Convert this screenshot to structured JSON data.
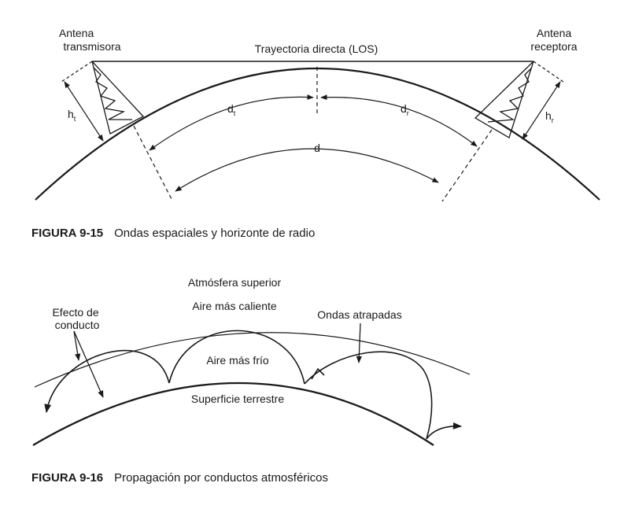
{
  "figure_9_15": {
    "tx_antenna": [
      "Antena",
      "transmisora"
    ],
    "rx_antenna": [
      "Antena",
      "receptora"
    ],
    "los_label": "Trayectoria directa (LOS)",
    "ht_main": "h",
    "ht_sub": "t",
    "hr_main": "h",
    "hr_sub": "r",
    "dt_main": "d",
    "dt_sub": "t",
    "dr_main": "d",
    "dr_sub": "r",
    "d_label": "d",
    "caption_number": "FIGURA 9-15",
    "caption_text": "Ondas espaciales y horizonte de radio"
  },
  "figure_9_16": {
    "upper_atmosphere": "Atmósfera superior",
    "warmer_air": "Aire más caliente",
    "duct_effect": [
      "Efecto de",
      "conducto"
    ],
    "trapped_waves": "Ondas atrapadas",
    "cooler_air": "Aire más frío",
    "earth_surface": "Superficie terrestre",
    "caption_number": "FIGURA 9-16",
    "caption_text": "Propagación por conductos atmosféricos"
  }
}
